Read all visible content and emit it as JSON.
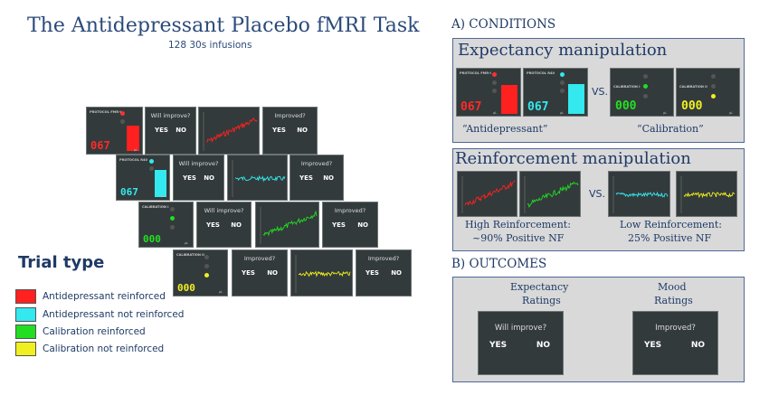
{
  "title": "The Antidepressant Placebo fMRI Task",
  "subtitle": "128 30s infusions",
  "prompts": {
    "will_improve": "Will improve?",
    "improved": "Improved?",
    "yes": "YES",
    "no": "NO"
  },
  "devices": {
    "protocol_fm": "PROTOCOL FMR-I",
    "protocol_r40": "PROTOCOL R40",
    "calibration_i": "CALIBRATION I",
    "calibration_ii": "CALIBRATION II",
    "unit": "μL",
    "digits_antidepressant": "067",
    "digits_calibration": "000"
  },
  "legend": {
    "title": "Trial type",
    "items": [
      {
        "label": "Antidepressant reinforced",
        "color": "#ff2020"
      },
      {
        "label": "Antidepressant not reinforced",
        "color": "#33e8ee"
      },
      {
        "label": "Calibration reinforced",
        "color": "#22dd22"
      },
      {
        "label": "Calibration not reinforced",
        "color": "#f0f020"
      }
    ]
  },
  "conditions": {
    "header": "A) CONDITIONS",
    "expectancy_title": "Expectancy manipulation",
    "antidepressant_caption": "“Antidepressant”",
    "calibration_caption": "“Calibration”",
    "vs": "VS.",
    "reinforcement_title": "Reinforcement manipulation",
    "high_line1": "High Reinforcement:",
    "high_line2": "~90% Positive NF",
    "low_line1": "Low Reinforcement:",
    "low_line2": "25% Positive  NF"
  },
  "outcomes": {
    "header": "B) OUTCOMES",
    "expectancy_line1": "Expectancy",
    "expectancy_line2": "Ratings",
    "mood_line1": "Mood",
    "mood_line2": "Ratings"
  },
  "colors": {
    "red": "#ff2020",
    "cyan": "#33e8ee",
    "green": "#22dd22",
    "yellow": "#f0f020",
    "screen_bg": "#333a3b"
  }
}
